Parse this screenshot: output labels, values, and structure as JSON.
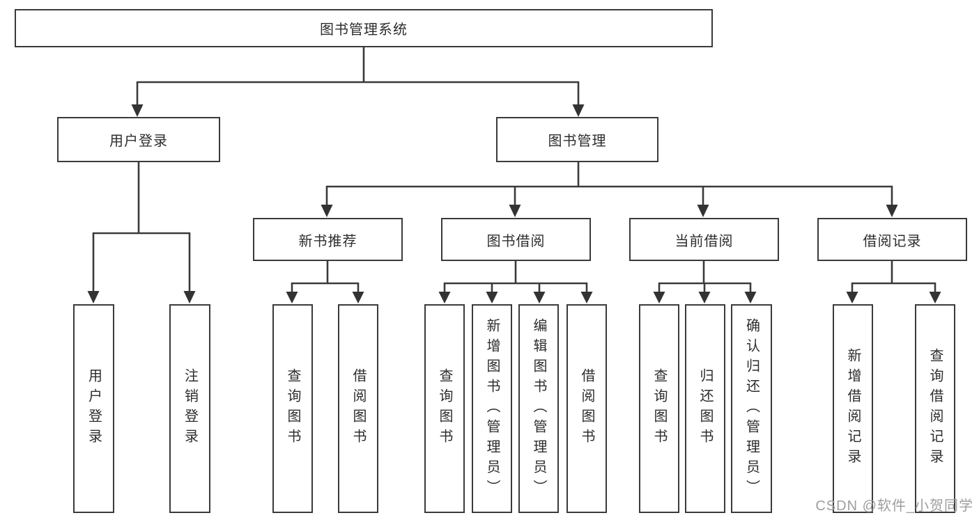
{
  "diagram": {
    "title": "图书管理系统",
    "level2": {
      "user_login": "用户登录",
      "book_mgmt": "图书管理"
    },
    "level3": {
      "new_books": "新书推荐",
      "book_borrow": "图书借阅",
      "current_borrow": "当前借阅",
      "borrow_records": "借阅记录"
    },
    "leaves": {
      "user": [
        "用户登录",
        "注销登录"
      ],
      "new_books": [
        "查询图书",
        "借阅图书"
      ],
      "book_borrow": [
        "查询图书",
        "新增图书（管理员）",
        "编辑图书（管理员）",
        "借阅图书"
      ],
      "current_borrow": [
        "查询图书",
        "归还图书",
        "确认归还（管理员）"
      ],
      "borrow_records": [
        "新增借阅记录",
        "查询借阅记录"
      ]
    }
  },
  "watermark": "CSDN @软件_小贺同学",
  "colors": {
    "line": "#3a3a3a",
    "text": "#2d2d2d",
    "watermark": "#9e9e9e",
    "background": "#ffffff"
  }
}
